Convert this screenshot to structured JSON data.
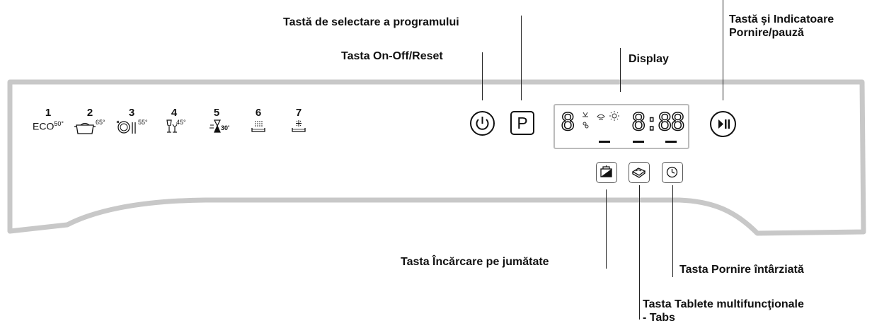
{
  "callouts": {
    "program_select": "Tastă de selectare a programului",
    "on_off_reset": "Tasta On-Off/Reset",
    "display": "Display",
    "start_pause_line1": "Tastă şi Indicatoare",
    "start_pause_line2": "Pornire/pauză",
    "half_load": "Tasta Încărcare pe jumătate",
    "delay_start": "Tasta Pornire întârziată",
    "multitabs_line1": "Tasta Tablete multifuncţionale",
    "multitabs_line2": "- Tabs"
  },
  "programs": [
    {
      "number": "1",
      "label": "ECO",
      "temp": "50°",
      "icon": "eco-icon"
    },
    {
      "number": "2",
      "label": "",
      "temp": "65°",
      "icon": "pot-icon"
    },
    {
      "number": "3",
      "label": "",
      "temp": "55°",
      "icon": "plate-cutlery-icon"
    },
    {
      "number": "4",
      "label": "",
      "temp": "45°",
      "icon": "glasses-icon"
    },
    {
      "number": "5",
      "label": "",
      "temp": "30'",
      "icon": "quick-wash-icon"
    },
    {
      "number": "6",
      "label": "",
      "temp": "",
      "icon": "soak-icon"
    },
    {
      "number": "7",
      "label": "",
      "temp": "",
      "icon": "rinse-icon"
    }
  ],
  "buttons": {
    "program_button_label": "P",
    "power_icon": "power-icon",
    "start_pause_icon": "play-pause-icon",
    "half_load_icon": "half-load-icon",
    "multitabs_icon": "tablet-icon",
    "delay_icon": "clock-icon"
  },
  "display_digits": {
    "program": "8",
    "time": "8:88"
  },
  "colors": {
    "panel_outline": "#c8c8c8",
    "ink": "#111111"
  }
}
